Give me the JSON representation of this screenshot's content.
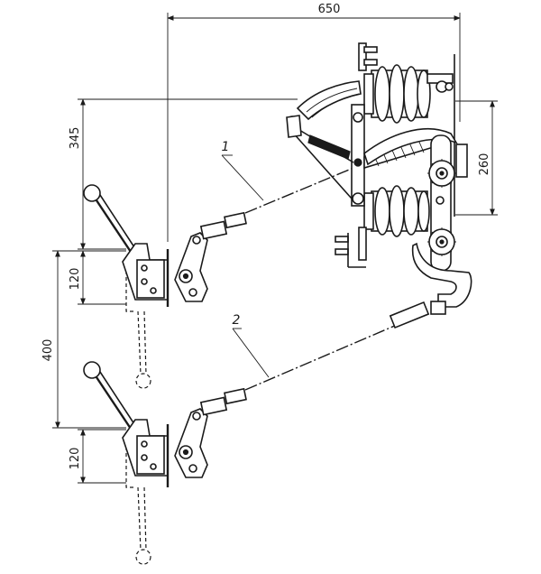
{
  "dimensions": {
    "width_top": "650",
    "height_upper": "345",
    "height_insulator": "260",
    "drive_spacing": "400",
    "drive_height_upper": "120",
    "drive_height_lower": "120"
  },
  "callouts": {
    "rod_1": "1",
    "rod_2": "2"
  },
  "colors": {
    "line": "#1a1a1a",
    "background": "#ffffff"
  }
}
